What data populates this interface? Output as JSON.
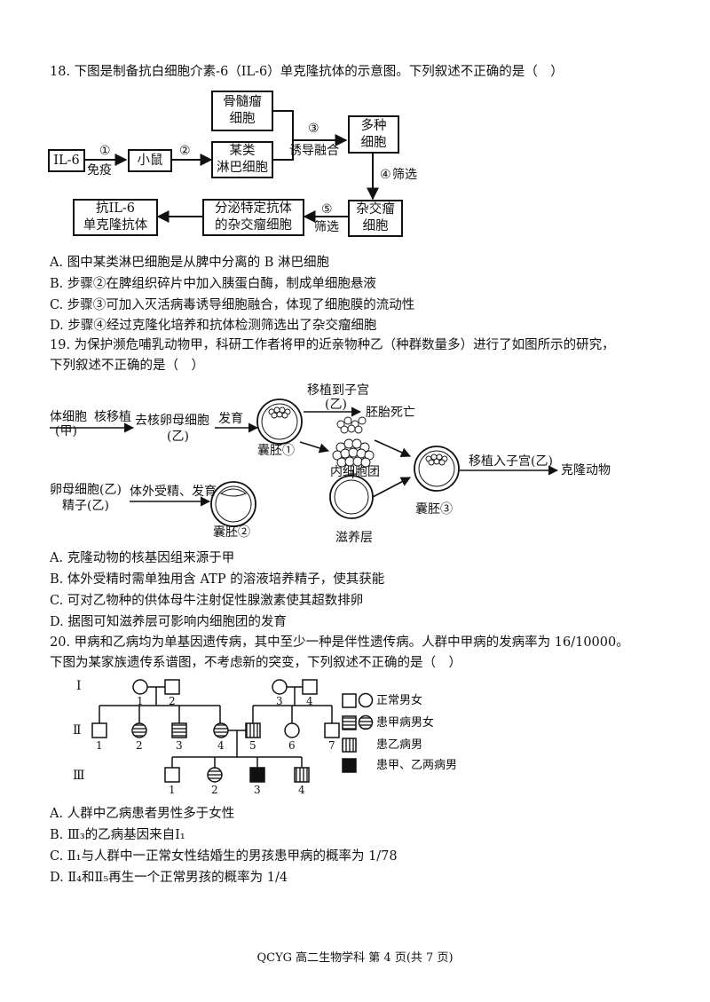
{
  "q18": {
    "stem": "18. 下图是制备抗白细胞介素-6（IL-6）单克隆抗体的示意图。下列叙述不正确的是（　）",
    "diagram": {
      "il6": "IL-6",
      "mouse": "小鼠",
      "myeloma_1": "骨髓瘤",
      "myeloma_2": "细胞",
      "lymph_1": "某类",
      "lymph_2": "淋巴细胞",
      "multi_1": "多种",
      "multi_2": "细胞",
      "hybrid_1": "杂交瘤",
      "hybrid_2": "细胞",
      "secrete_1": "分泌特定抗体",
      "secrete_2": "的杂交瘤细胞",
      "mab_1": "抗IL-6",
      "mab_2": "单克隆抗体",
      "step1": "①",
      "step1_text": "免疫",
      "step2": "②",
      "step3": "③",
      "step3_text": "诱导融合",
      "step4": "④",
      "step4_text": "筛选",
      "step5": "⑤",
      "step5_text": "筛选"
    },
    "options": [
      "A. 图中某类淋巴细胞是从脾中分离的 B 淋巴细胞",
      "B. 步骤②在脾组织碎片中加入胰蛋白酶，制成单细胞悬液",
      "C. 步骤③可加入灭活病毒诱导细胞融合，体现了细胞膜的流动性",
      "D. 步骤④经过克隆化培养和抗体检测筛选出了杂交瘤细胞"
    ]
  },
  "q19": {
    "stem_1": "19. 为保护濒危哺乳动物甲，科研工作者将甲的近亲物种乙（种群数量多）进行了如图所示的研究，",
    "stem_2": "下列叙述不正确的是（　）",
    "diagram": {
      "somatic_1": "体细胞",
      "somatic_2": "(甲)",
      "nt": "核移植",
      "enucleated": "去核卵母细胞",
      "yi": "(乙)",
      "develop": "发育",
      "transplant_1": "移植到子宫",
      "transplant_2": "(乙)",
      "embryo_death": "胚胎死亡",
      "icm": "内细胞团",
      "bl1": "囊胚①",
      "egg": "卵母细胞(乙)",
      "sperm": "精子(乙)",
      "ivf": "体外受精、发育",
      "bl2": "囊胚②",
      "plus": "+",
      "troph": "滋养层",
      "bl3": "囊胚③",
      "transplant_3": "移植入子宫(乙)",
      "clone": "克隆动物"
    },
    "options": [
      "A. 克隆动物的核基因组来源于甲",
      "B. 体外受精时需单独用含 ATP 的溶液培养精子，使其获能",
      "C. 可对乙物种的供体母牛注射促性腺激素使其超数排卵",
      "D. 据图可知滋养层可影响内细胞团的发育"
    ]
  },
  "q20": {
    "stem_1": "20. 甲病和乙病均为单基因遗传病，其中至少一种是伴性遗传病。人群中甲病的发病率为 16/10000。",
    "stem_2": "下图为某家族遗传系谱图，不考虑新的突变，下列叙述不正确的是（　）",
    "pedigree": {
      "gen1": "Ⅰ",
      "gen2": "Ⅱ",
      "gen3": "Ⅲ",
      "n1": "1",
      "n2": "2",
      "n3": "3",
      "n4": "4",
      "n5": "5",
      "n6": "6",
      "n7": "7"
    },
    "legend": {
      "normal": "正常男女",
      "jia": "患甲病男女",
      "yi": "患乙病男",
      "both": "患甲、乙两病男"
    },
    "options": [
      "A. 人群中乙病患者男性多于女性",
      "B. Ⅲ₃的乙病基因来自Ⅰ₁",
      "C. Ⅱ₁与人群中一正常女性结婚生的男孩患甲病的概率为 1/78",
      "D. Ⅱ₄和Ⅱ₅再生一个正常男孩的概率为 1/4"
    ]
  },
  "footer": "QCYG 高二生物学科  第 4 页(共 7 页)"
}
